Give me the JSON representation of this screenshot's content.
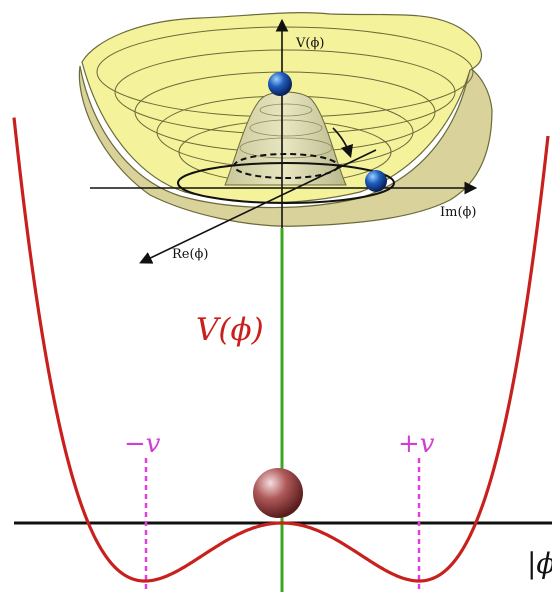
{
  "labels": {
    "v_phi_3d": "V(ϕ)",
    "im_phi": "Im(ϕ)",
    "re_phi": "Re(ϕ)",
    "v_phi_main": "V(ϕ)",
    "minus_v": "−v",
    "plus_v": "+v",
    "abs_phi": "|ϕ"
  },
  "colors": {
    "potential_curve": "#c8201c",
    "vertical_axis": "#38a820",
    "horizontal_axis": "#101010",
    "minima_marker": "#e040e0",
    "mexican_hat_fill": "#f4f29a",
    "mexican_hat_rim": "#d9d29a",
    "sphere_main": "#a04848",
    "sphere_3d": "#1a4fa8"
  }
}
